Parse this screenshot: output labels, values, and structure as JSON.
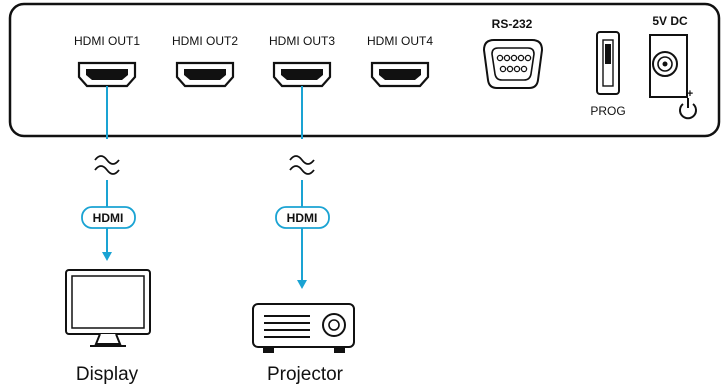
{
  "panel": {
    "ports": [
      {
        "label": "HDMI OUT1"
      },
      {
        "label": "HDMI OUT2"
      },
      {
        "label": "HDMI OUT3"
      },
      {
        "label": "HDMI OUT4"
      }
    ],
    "rs232_label": "RS-232",
    "prog_label": "PROG",
    "power_label": "5V DC",
    "power_polarity": "+"
  },
  "connections": [
    {
      "cable_label": "HDMI",
      "device_label": "Display",
      "device_icon": "monitor-icon"
    },
    {
      "cable_label": "HDMI",
      "device_label": "Projector",
      "device_icon": "projector-icon"
    }
  ],
  "colors": {
    "cable": "#1aa3d3",
    "cable_badge_border": "#1aa3d3",
    "outline": "#111111"
  }
}
